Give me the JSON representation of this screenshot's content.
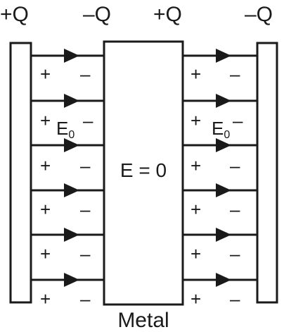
{
  "diagram": {
    "charge_labels": [
      "+Q",
      "–Q",
      "+Q",
      "–Q"
    ],
    "plus_sign": "+",
    "minus_sign": "–",
    "field_symbol": "E",
    "field_subscript": "0",
    "metal_field_label": "E = 0",
    "metal_label": "Metal",
    "field_line_rows": 6,
    "charge_rows": 6,
    "colors": {
      "ink": "#1a1a1a",
      "background": "#ffffff"
    }
  }
}
